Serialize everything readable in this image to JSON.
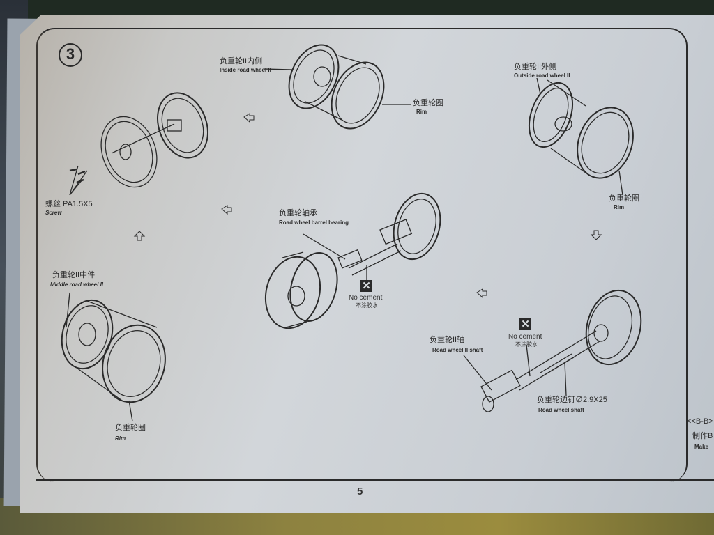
{
  "step": {
    "number": "3"
  },
  "page_number": "5",
  "labels": {
    "inside_wheel_cn": "负重轮II内侧",
    "inside_wheel_en": "Inside road wheel II",
    "rim_top_cn": "负重轮圈",
    "rim_top_en": "Rim",
    "outside_wheel_cn": "负重轮II外侧",
    "outside_wheel_en": "Outside road wheel II",
    "rim_right_cn": "负重轮圈",
    "rim_right_en": "Rim",
    "screw_cn": "螺丝 PA1.5X5",
    "screw_en": "Screw",
    "bearing_cn": "负重轮轴承",
    "bearing_en": "Road wheel barrel bearing",
    "middle_wheel_cn": "负重轮II中件",
    "middle_wheel_en": "Middle road wheel II",
    "rim_bottom_cn": "负重轮圈",
    "rim_bottom_en": "Rim",
    "shaft_cn": "负重轮II轴",
    "shaft_en": "Road wheel II  shaft",
    "pin_cn": "负重轮边钉∅2.9X25",
    "pin_en": "Road wheel shaft",
    "section_cn_partial": "<<B-B>",
    "make_cn_partial": "制作B",
    "make_en_partial": "Make"
  },
  "no_cement": [
    {
      "icon": "x-box-icon",
      "en": "No cement",
      "cn": "不涂胶水"
    },
    {
      "icon": "x-box-icon",
      "en": "No cement",
      "cn": "不涂胶水"
    }
  ]
}
